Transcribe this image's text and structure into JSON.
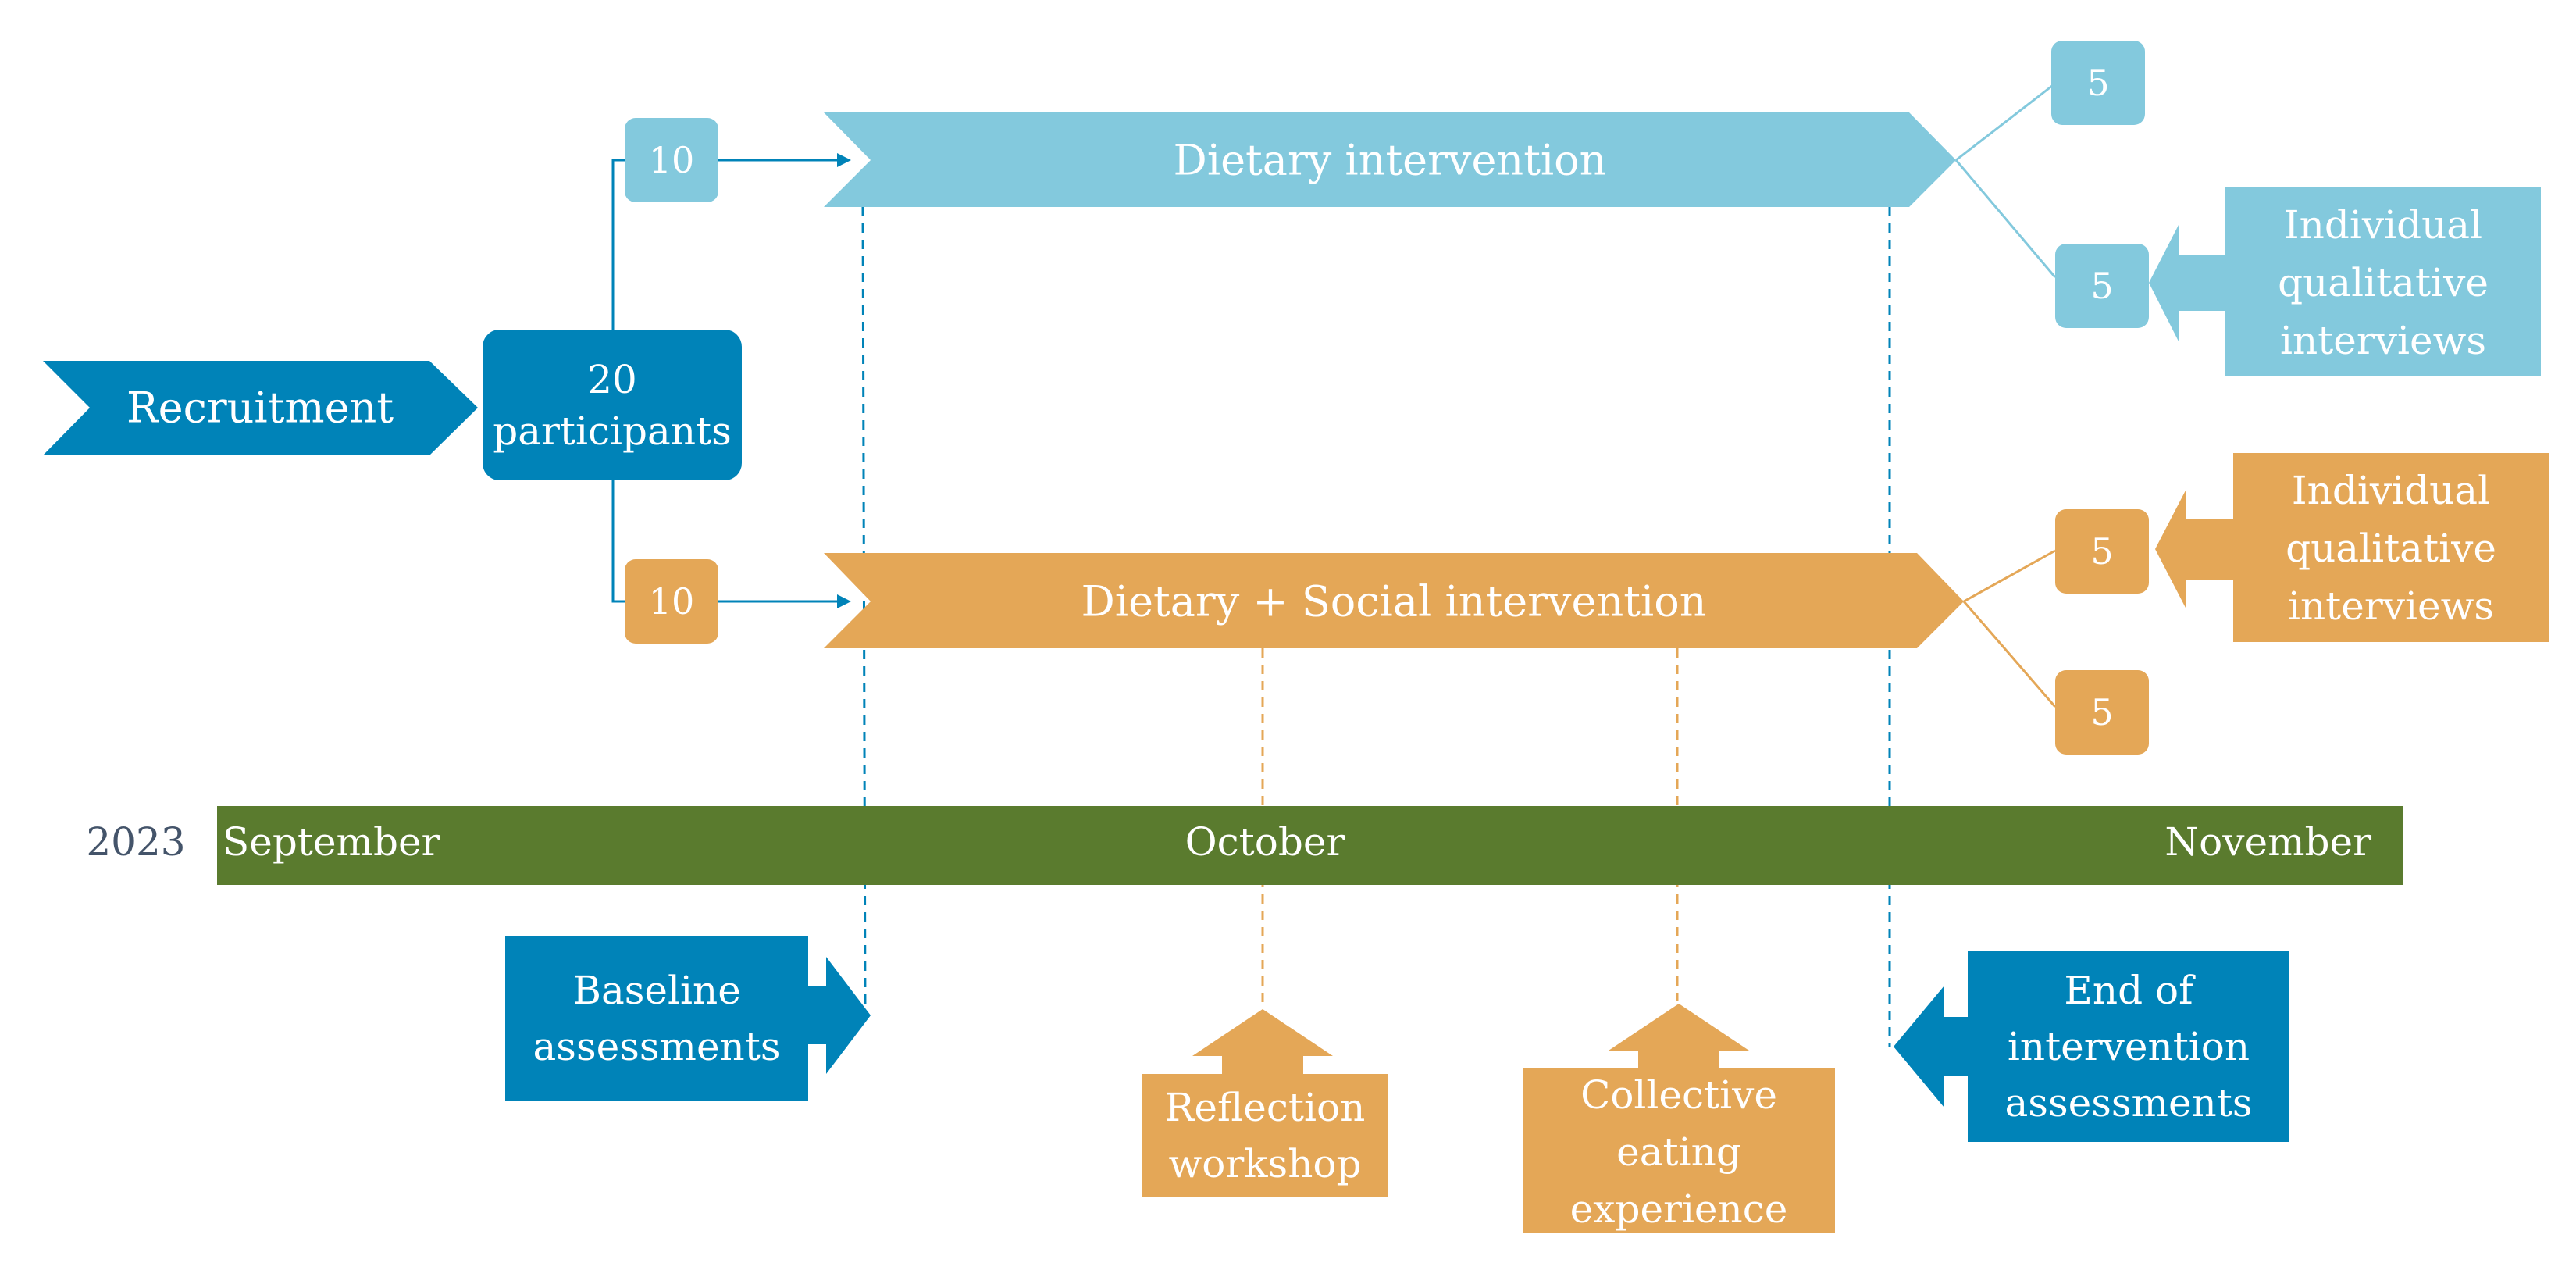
{
  "colors": {
    "dark_blue": "#0083b8",
    "light_blue": "#83c9dd",
    "orange": "#e4a757",
    "green": "#5a7b2e",
    "year_text": "#44546a",
    "background": "#ffffff"
  },
  "recruitment": {
    "label": "Recruitment",
    "participants_count": "20",
    "participants_label": "participants"
  },
  "dietary_group": {
    "count": "10",
    "intervention_label": "Dietary intervention",
    "interview_split": [
      "5",
      "5"
    ],
    "interviews_label_lines": [
      "Individual",
      "qualitative",
      "interviews"
    ]
  },
  "social_group": {
    "count": "10",
    "intervention_label": "Dietary + Social intervention",
    "interview_split": [
      "5",
      "5"
    ],
    "interviews_label_lines": [
      "Individual",
      "qualitative",
      "interviews"
    ]
  },
  "timeline": {
    "year": "2023",
    "months": [
      "September",
      "October",
      "November"
    ]
  },
  "events": {
    "baseline_lines": [
      "Baseline",
      "assessments"
    ],
    "reflection_lines": [
      "Reflection",
      "workshop"
    ],
    "collective_lines": [
      "Collective",
      "eating",
      "experience"
    ],
    "end_lines": [
      "End of",
      "intervention",
      "assessments"
    ]
  }
}
